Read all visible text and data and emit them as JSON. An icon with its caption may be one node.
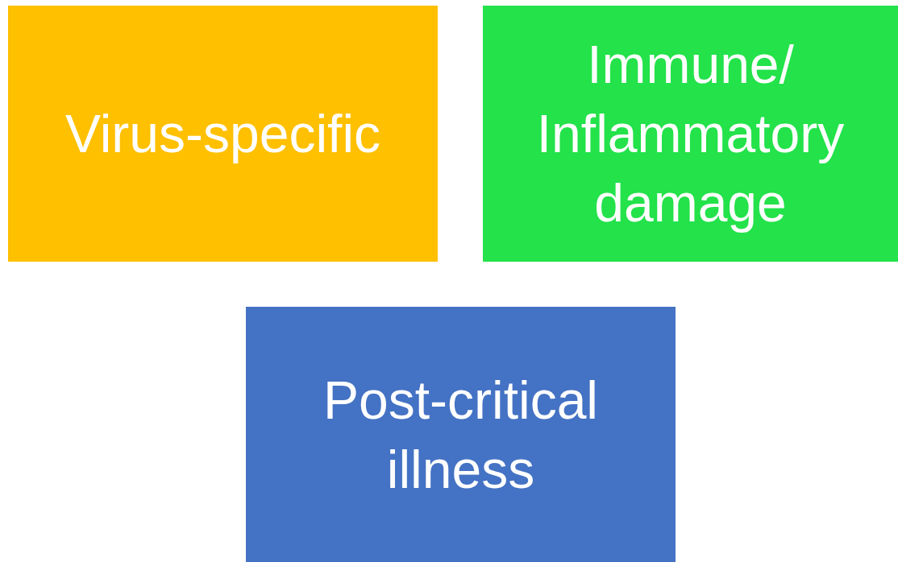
{
  "diagram": {
    "nodes": [
      {
        "text": [
          "Virus-specific"
        ]
      },
      {
        "text": [
          "Immune/ Inflammatory damage"
        ]
      },
      {
        "text": [
          "Post-critical illness"
        ]
      }
    ]
  }
}
